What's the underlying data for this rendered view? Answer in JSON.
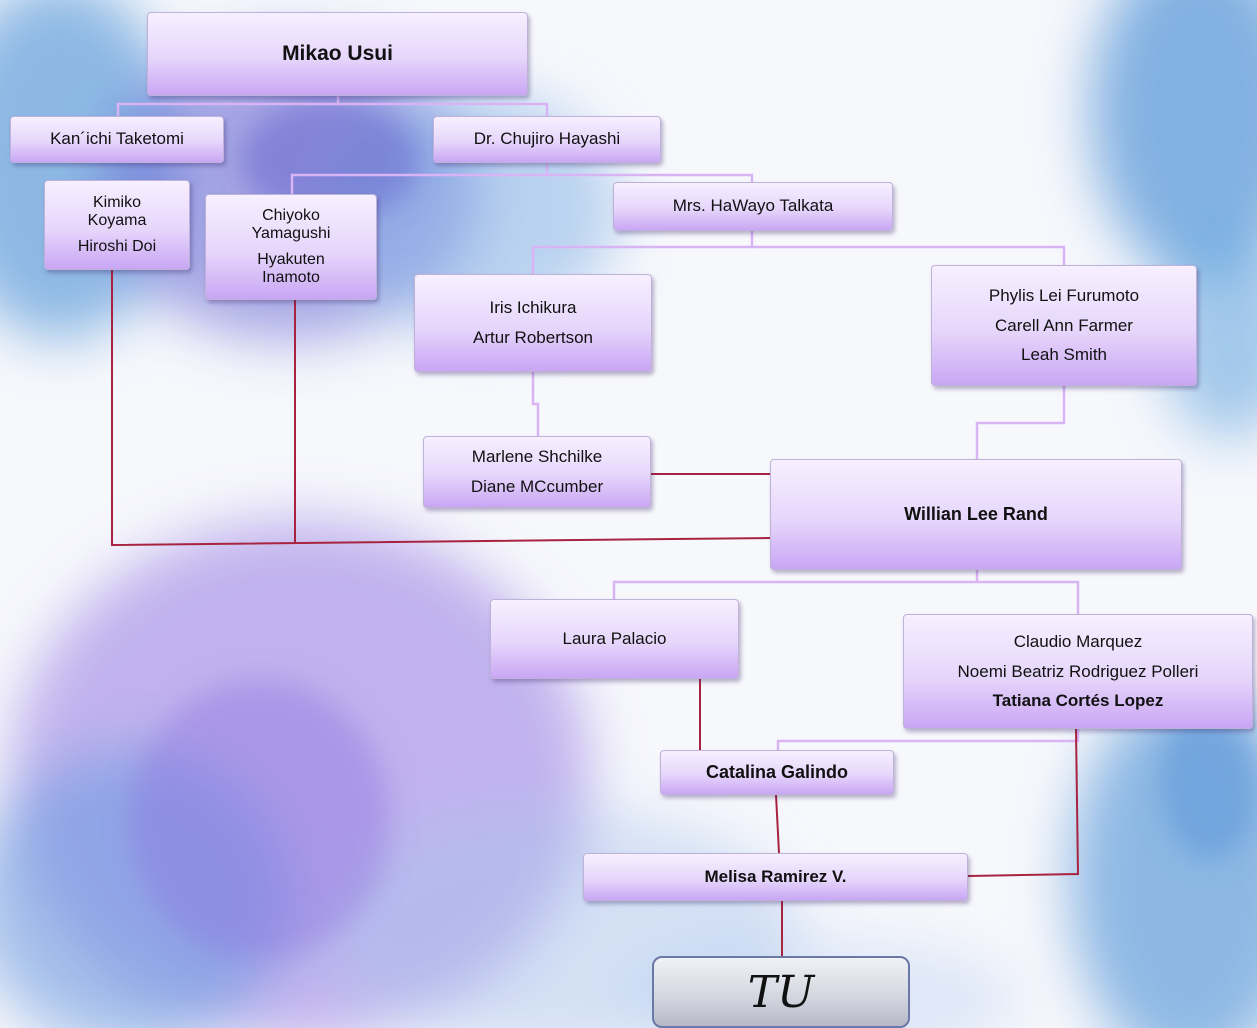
{
  "lineage": {
    "root": "Mikao Usui",
    "taketomi": "Kan´ichi Taketomi",
    "hayashi": "Dr. Chujiro Hayashi",
    "koyama_doi": [
      "Kimiko",
      "Koyama",
      "Hiroshi Doi"
    ],
    "yamagushi_inamoto": [
      "Chiyoko",
      "Yamagushi",
      "Hyakuten",
      "Inamoto"
    ],
    "takata": "Mrs. HaWayo Talkata",
    "ichikura_robertson": [
      "Iris Ichikura",
      "Artur Robertson"
    ],
    "furumoto_farmer_smith": [
      "Phylis Lei Furumoto",
      "Carell Ann Farmer",
      "Leah Smith"
    ],
    "shchilke_mccumber": [
      "Marlene Shchilke",
      "Diane MCcumber"
    ],
    "rand": "Willian Lee Rand",
    "palacio": "Laura Palacio",
    "marquez_group": [
      "Claudio Marquez",
      "Noemi  Beatriz Rodriguez Polleri",
      "Tatiana Cortés Lopez"
    ],
    "galindo": "Catalina Galindo",
    "ramirez": "Melisa Ramirez V.",
    "tu": "TU"
  },
  "colors": {
    "connector_lavender": "#d9b4f4",
    "connector_red": "#a8233f",
    "node_top": "#f7f0ff",
    "node_bottom": "#c9a6f4",
    "tu_border": "#6a78a8"
  }
}
